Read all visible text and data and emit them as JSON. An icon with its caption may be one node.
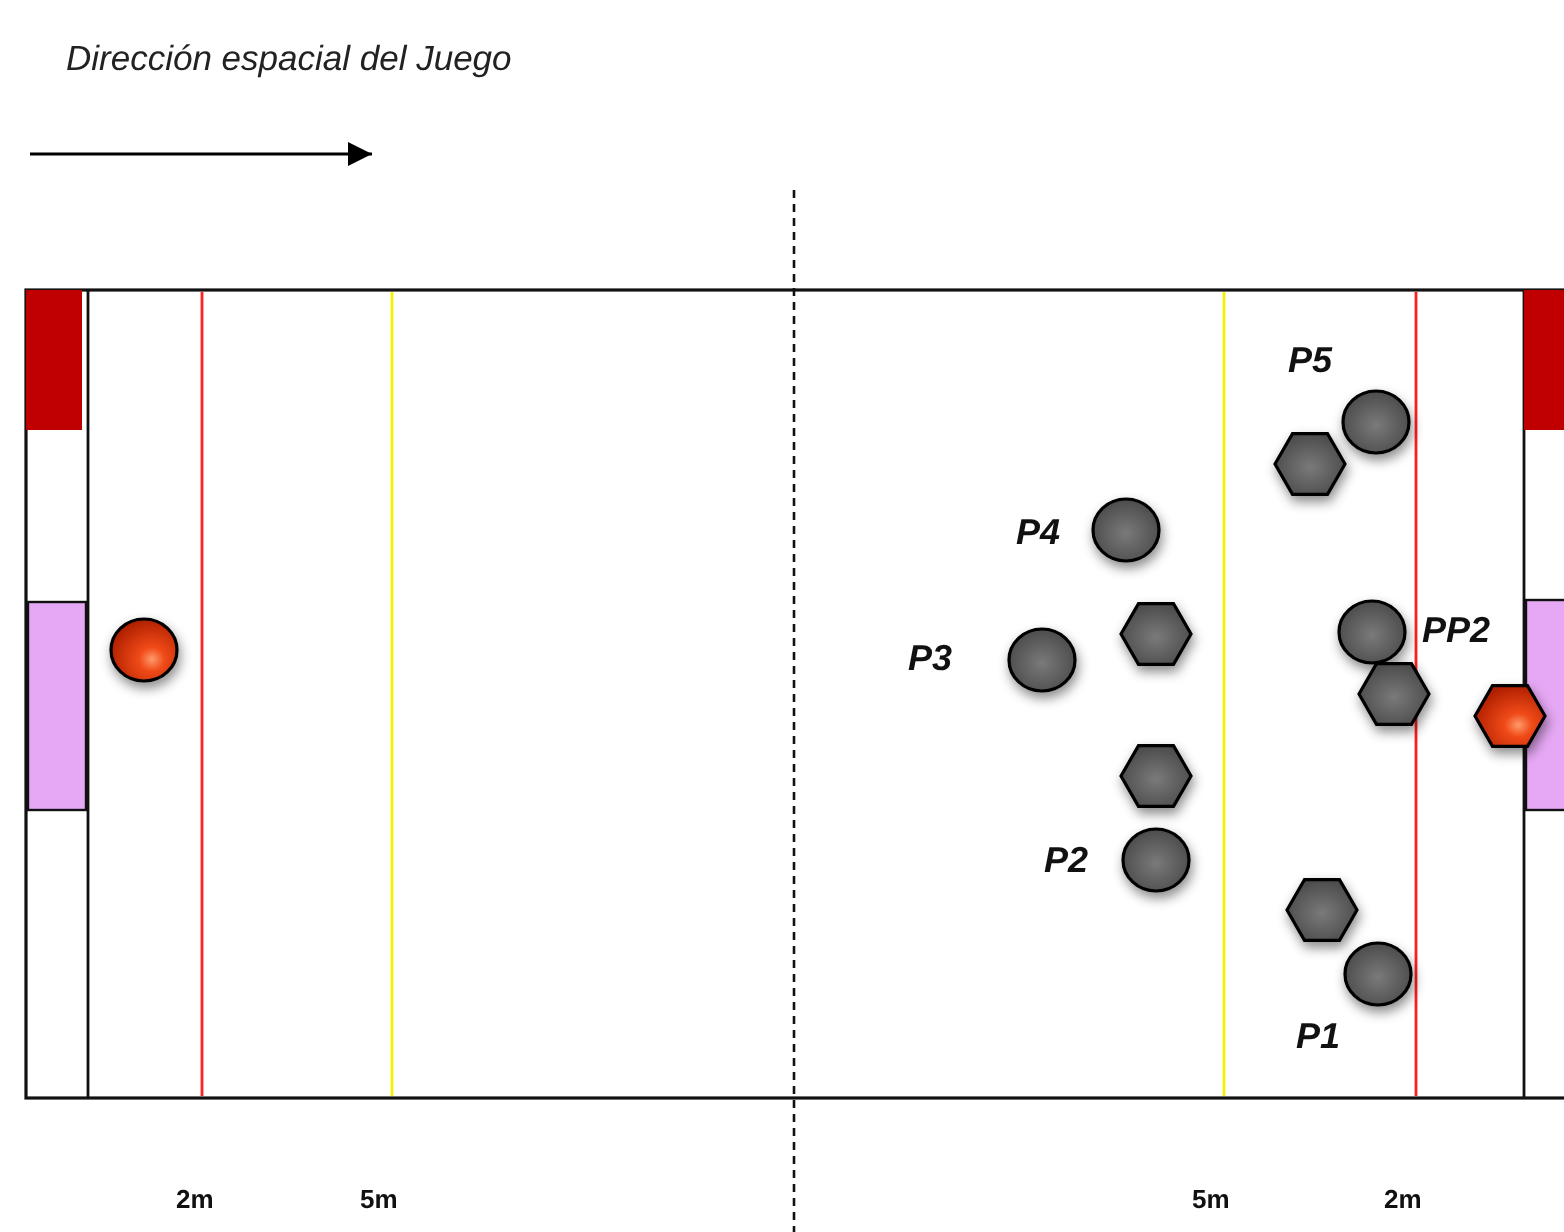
{
  "diagram": {
    "title": "Dirección espacial del Juego",
    "nodes": [
      {
        "text": [],
        "shape": "circle",
        "beside": [
          "P5"
        ]
      },
      {
        "text": [],
        "shape": "hexagon"
      },
      {
        "text": [],
        "shape": "circle",
        "beside": [
          "P4"
        ]
      },
      {
        "text": [],
        "shape": "hexagon"
      },
      {
        "text": [],
        "shape": "circle",
        "beside": [
          "PP2"
        ]
      },
      {
        "text": [],
        "shape": "circle"
      },
      {
        "text": [],
        "shape": "circle",
        "beside": [
          "P3"
        ]
      },
      {
        "text": [],
        "shape": "hexagon"
      },
      {
        "text": [],
        "shape": "hexagon"
      },
      {
        "text": [],
        "shape": "hexagon"
      },
      {
        "text": [],
        "shape": "circle",
        "beside": [
          "P2"
        ]
      },
      {
        "text": [],
        "shape": "hexagon"
      },
      {
        "text": [],
        "shape": "circle",
        "beside": [
          "P1"
        ]
      }
    ],
    "labels": [
      "2m",
      "5m",
      "5m",
      "2m"
    ]
  }
}
